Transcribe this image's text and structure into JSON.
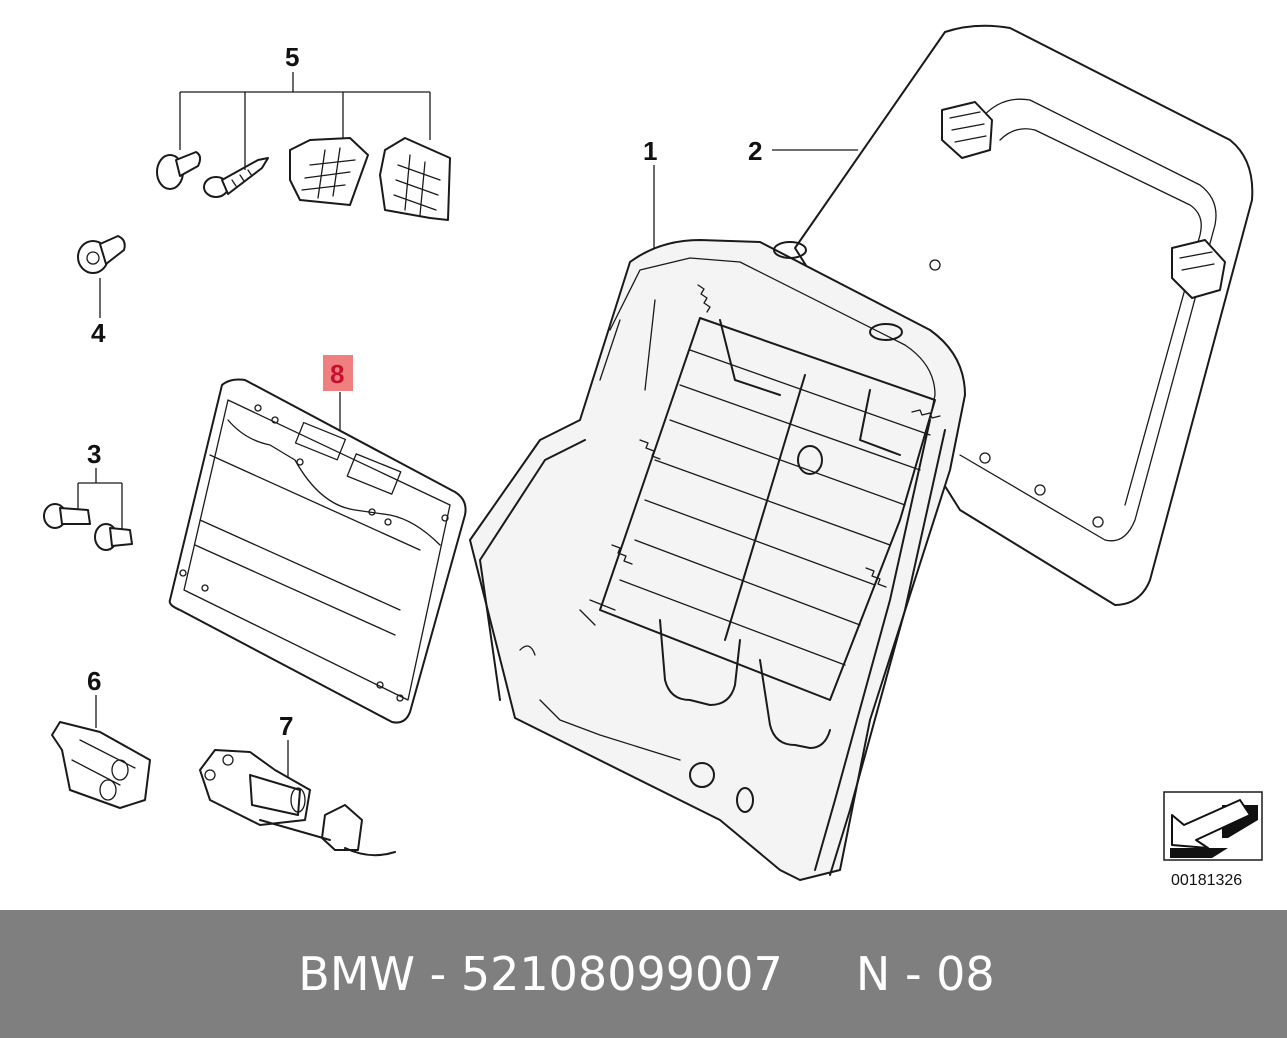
{
  "diagram": {
    "callouts": {
      "c1": "1",
      "c2": "2",
      "c3": "3",
      "c4": "4",
      "c5": "5",
      "c6": "6",
      "c7": "7",
      "c8": "8"
    },
    "highlighted_callout": "8",
    "highlight_color": "#f08080",
    "reference_number": "00181326"
  },
  "footer": {
    "caption": "BMW - 52108099007     N - 08",
    "background": "#7f7f7f"
  }
}
